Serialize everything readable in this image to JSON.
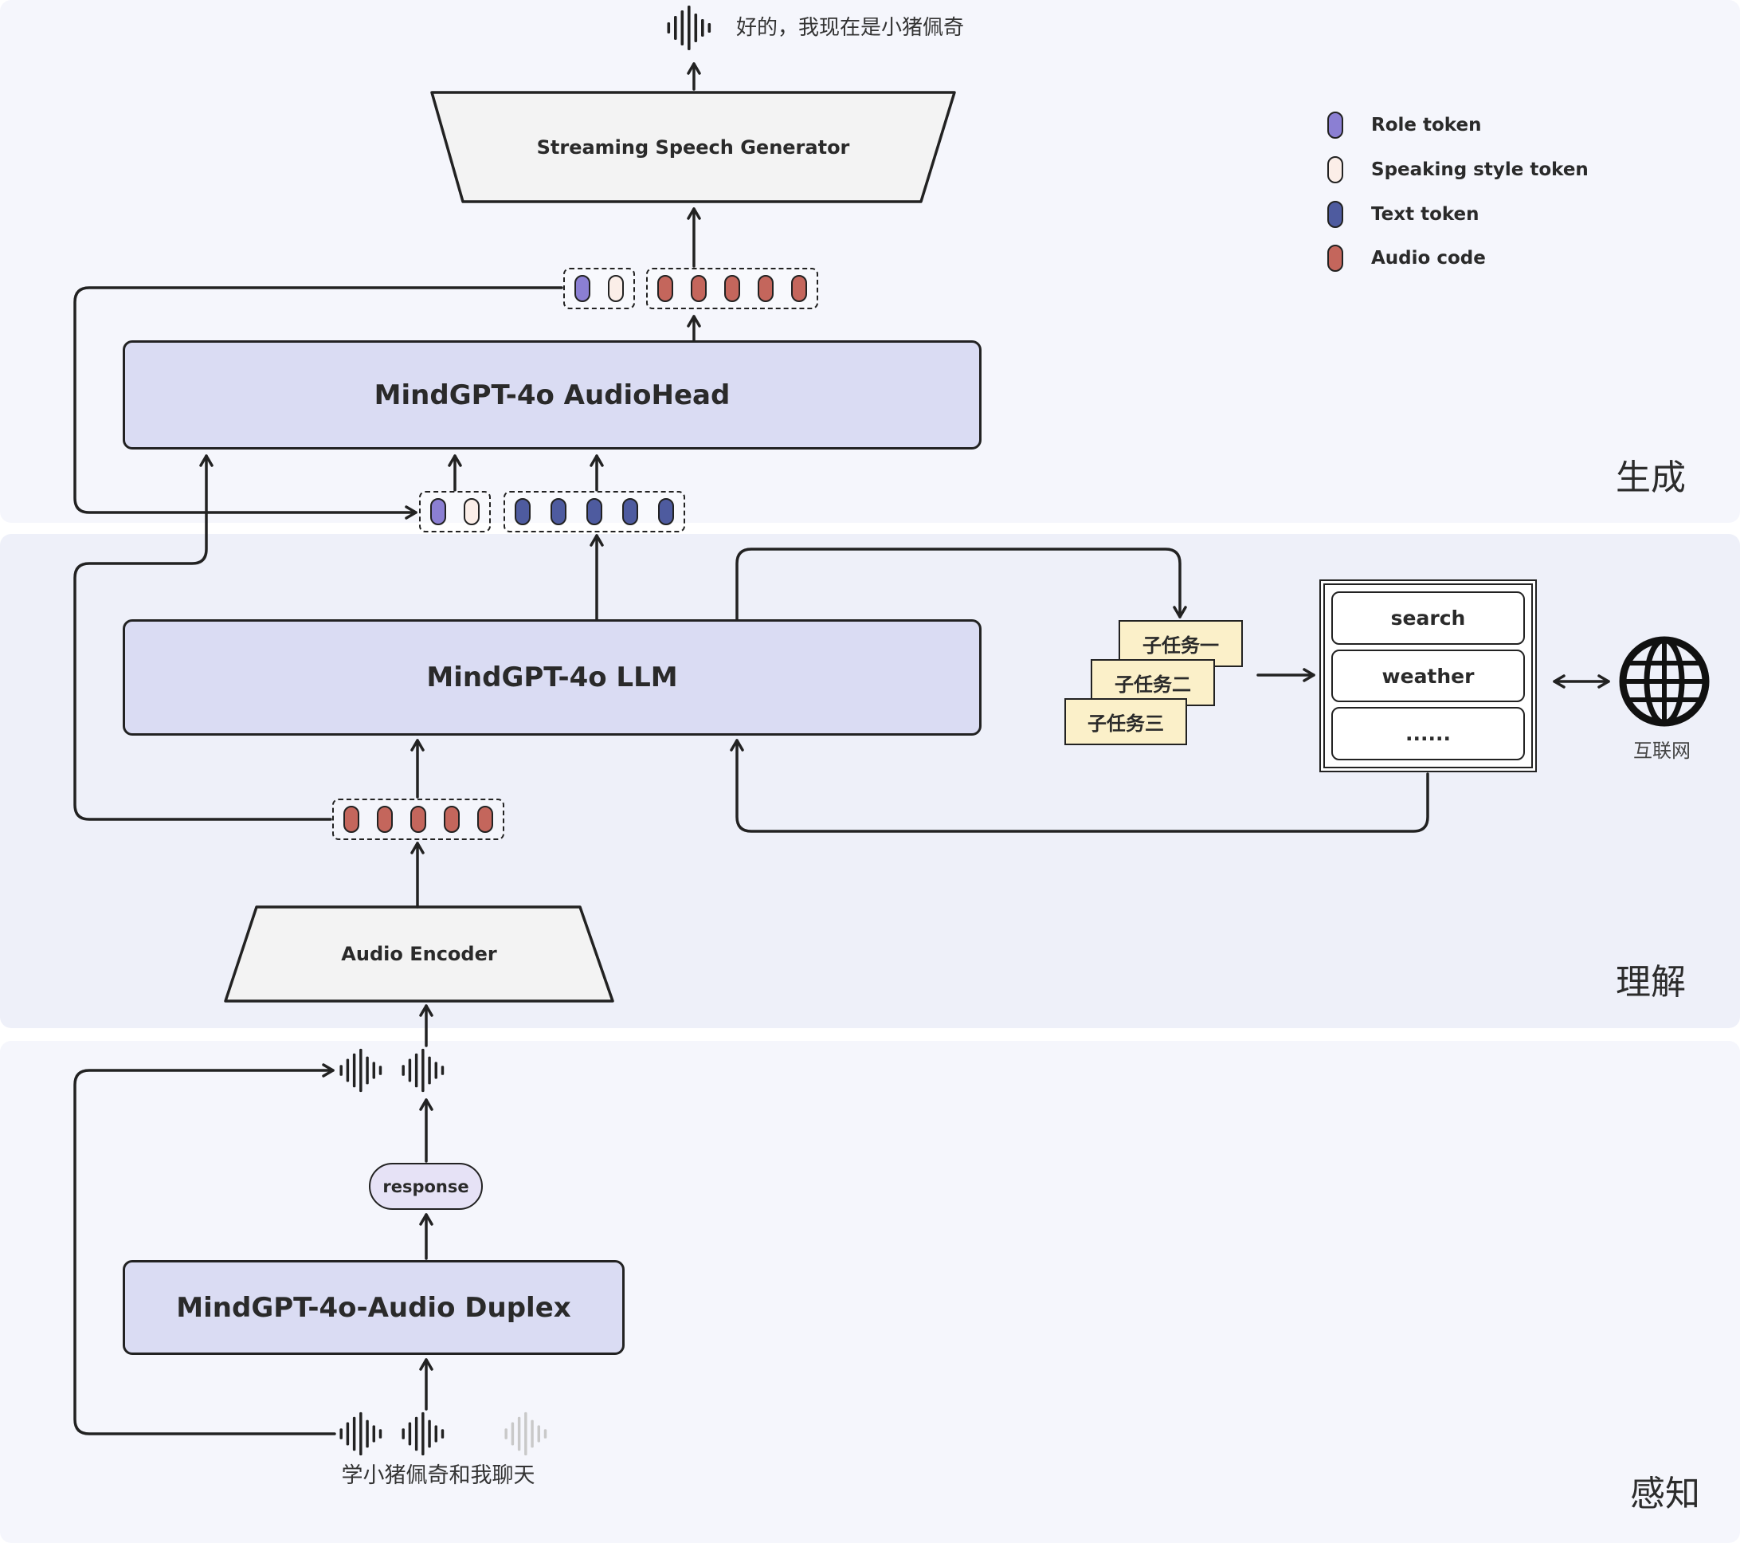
{
  "output_speech": {
    "text": "好的，我现在是小猪佩奇",
    "icon": "waveform-icon"
  },
  "generator": {
    "label": "Streaming Speech Generator"
  },
  "audio_head": {
    "label": "MindGPT-4o AudioHead"
  },
  "llm": {
    "label": "MindGPT-4o LLM"
  },
  "audio_encoder": {
    "label": "Audio Encoder"
  },
  "duplex": {
    "label": "MindGPT-4o-Audio Duplex"
  },
  "response": {
    "label": "response"
  },
  "input_speech": {
    "text": "学小猪佩奇和我聊天",
    "icon": "waveform-icon"
  },
  "subtasks": [
    "子任务一",
    "子任务二",
    "子任务三"
  ],
  "tools": [
    "search",
    "weather",
    "......"
  ],
  "internet": {
    "label": "互联网",
    "icon": "globe-icon"
  },
  "sections": {
    "generation": "生成",
    "understanding": "理解",
    "perception": "感知"
  },
  "legend": [
    {
      "label": "Role token",
      "color": "#8b7fd3",
      "icon": "role-token-icon"
    },
    {
      "label": "Speaking style token",
      "color": "#fbeee8",
      "icon": "speaking-style-token-icon"
    },
    {
      "label": "Text token",
      "color": "#4e5b9f",
      "icon": "text-token-icon"
    },
    {
      "label": "Audio code",
      "color": "#c4665c",
      "icon": "audio-code-icon"
    }
  ],
  "token_groups": {
    "audio_head_output": [
      [
        0,
        1
      ],
      [
        3,
        3,
        3,
        3,
        3
      ]
    ],
    "llm_output": [
      [
        0,
        1
      ],
      [
        2,
        2,
        2,
        2,
        2
      ]
    ],
    "encoder_output": [
      [
        3,
        3,
        3,
        3,
        3
      ]
    ]
  },
  "colors": {
    "model_box": "#dadcf3",
    "subtask_card": "#fbf0c9",
    "module": "#f3f3f3",
    "response_pill": "#e6e2f6",
    "band_light": "#f5f6fc",
    "band_mid": "#eef0f9",
    "line": "#222222"
  }
}
